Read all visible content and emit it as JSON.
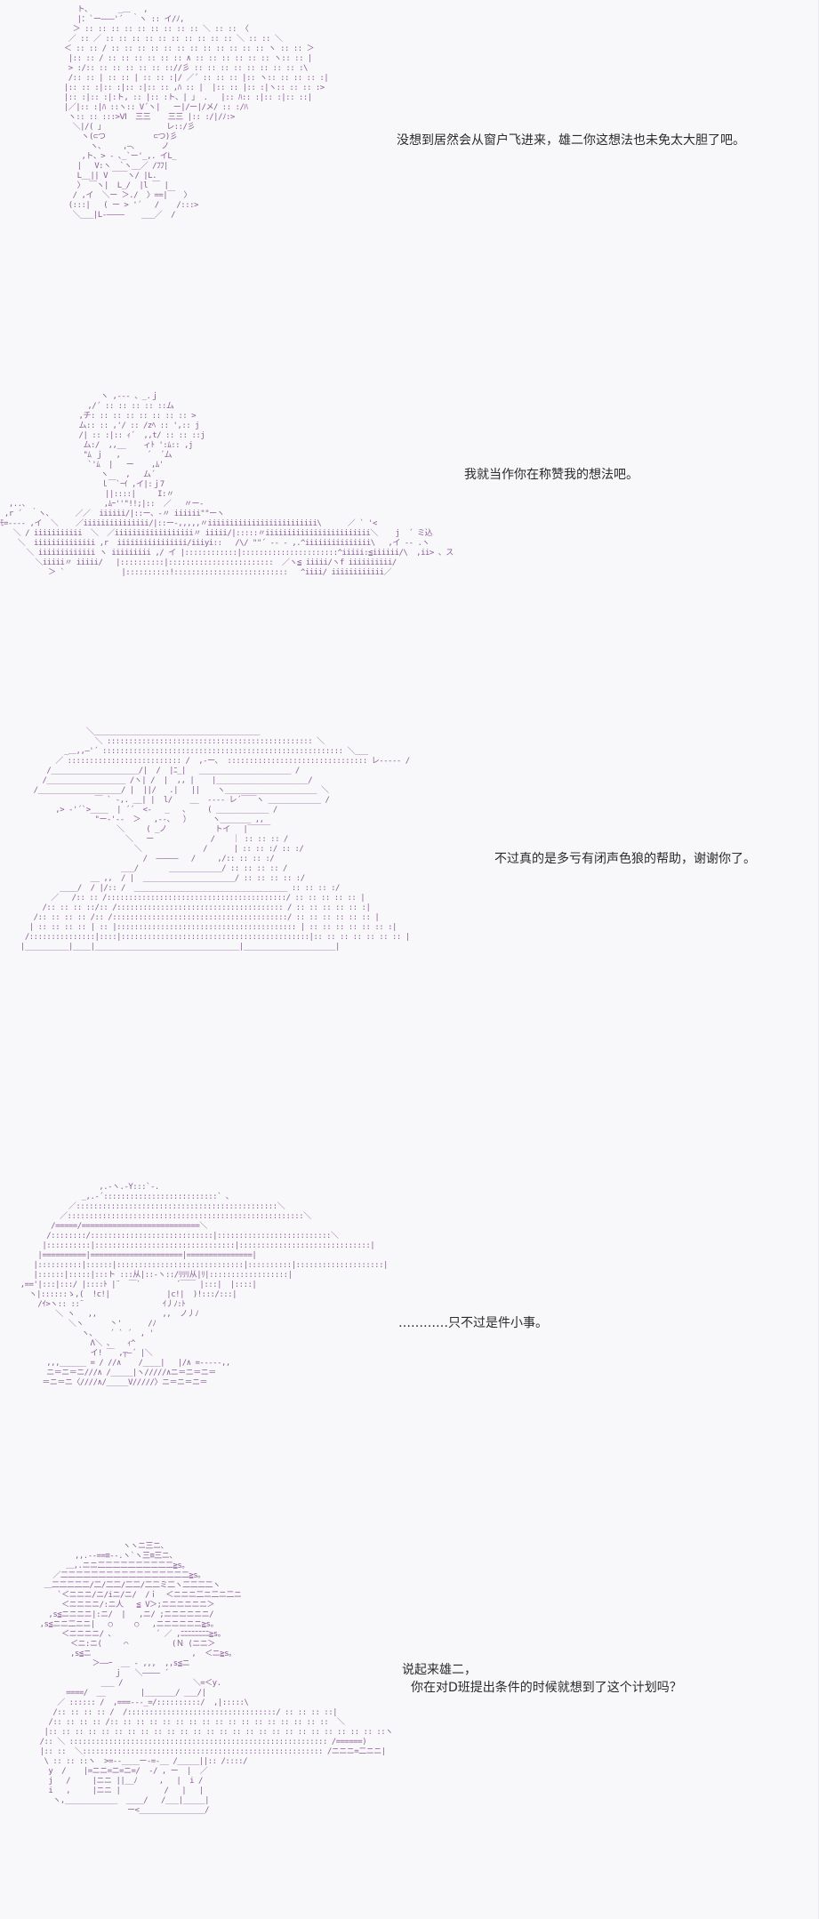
{
  "panels": [
    {
      "dialogue": [
        "没想到居然会从窗户飞进来，雄二你这想法也未免太大胆了吧。"
      ]
    },
    {
      "dialogue": [
        "我就当作你在称赞我的想法吧。"
      ]
    },
    {
      "dialogue": [
        "不过真的是多亏有闭声色狼的帮助，谢谢你了。"
      ]
    },
    {
      "dialogue": [
        "…………只不过是件小事。"
      ]
    },
    {
      "dialogue": [
        "说起来雄二，",
        "你在对D班提出条件的时候就想到了这个计划吗？"
      ]
    }
  ],
  "ascii_art": {
    "p1_lines": [
      "     ト、      _＿   ,",
      "     |：`ー―――'´  ｀ヽ :: イ/ﾉ,",
      "    ＞ :: :: :: :: :: :: :: :: :: ＼ :: :: 〈",
      "   ／ :: ／ :: :: :: :: :: :: :: :: :: :: ＼ :: :: ＼",
      "  ＜ :: :: / :: :: :: :: :: :: :: :: :: :: :: :: ヽ :: :: ＞",
      "   |:: :: / :: :: :: :: :: :: ∧ :: :: :: :: :: :: ヽ:: :: |",
      "   > :/:: :: :: :: :: :: :://彡 :: :: :: :: :: :: :: :: :\\",
      "   /:: :: | :: :: | :: :: :|/ ／´ :: :: :: |:: ヽ:: :: :: :: :|",
      "  |:: :: :|:: :|:: :|:: :: ,ﾊ :: |  |:: :: |:: :|ヽ:: :: :: :>",
      "  |:: :|:: :|:ト, :: |:: :ト、| 」 .   |:: ﾊ:: :|:: :|:: ::|",
      "  |／|:: :|ﾊ ::ヽ:: V´ヽ|   ー|/ー|/メ/ :: :/ﾊ",
      "   ヽ:: :: :::>Ⅵ  三三    三三 |:: :/|/ﾉ:>",
      "    ＼|/( 」              レ::/彡",
      "      ヽ(⊂つ           ⊂つ)彡",
      "        ヽ、    ,―､      ノ",
      "      ,ト、> - ､_`ー'_,. イL_",
      "     |   V:ヽ  `ヽ__／ /ﾌﾌ|",
      "     L__|| V ￣￣ヽ/ |L.",
      "     〉 ￣ヽ|  L_/  |l ￣ |",
      "    / ,イ  ＼ー ＞./  〉==|￣  〉",
      "   (:::|   ( ー > '´   /    /:::>",
      "    ＼___|L-――――    ___／  /"
    ],
    "p2_lines": [
      "                       ヽ ,--- 、_.ｊ",
      "                    ,/´ :: :: :: :: ::ム",
      "                  ,チ: :: :: :: :: :: :: :: >",
      "                  ム:: :: ,'/ :: /zﾍ :: ',:: j",
      "                  /| :: :|:: ｨ´  ,,t/ :: :: ::j",
      "                   ム:/  ,,__    ィﾄ ':ﾑ:: ,j",
      "                   \"ﾑ ｊ   ,      ´  ´ム",
      "                    `'ﾑ  |   ー    ,ﾑ'",
      "                       ヽ    ,   ム´",
      "                       ｌ￣`ｰｲ ,イ|:ｊ7",
      "                        ||::::|     I:〃",
      "  ,..、                 ,ﾑｰ''\"!!;|::  ／   〃ー-",
      " ,r ´  ｀ヽ、     ／／  iiiiii/|::ー、-〃 iiiiii\"\"ーヽ",
      "ﾓ=---- ,イ  ＼    ／iiiiiiiiiiiiiii/|::ー-,,,,,〃iiiiiiiiiiiiiiiiiiiiiiiii\\      ／ ` '<",
      "   ＼ / iiiiiiiiiii  ＼  ／iiiiiiiiiiiiiiiiii〃 iiiii/|:::::〃iiiiiiiiiiiiiiiiiiiiiiii＼    j  ´ ミ込",
      "    ＼  iiiiiiiiiiiiii ,r  iiiiiiiiiiiiiiii/iiiyi::   /\\/ \"\"´ -- ‐ ,.^iiiiiiiiiiiiiii\\   ,イ -- .ヽ",
      "      ＼ iiiiiiiiiiiii ヽ iiiiiiiii ,/ イ |::::::::::::|::::::::::::::::::::::^iiiii:≦iiiiii/\\  ,ii> 、ス",
      "        ＼iiiii〃 iiiii/   |::::::::::|::::::::::::::::::::::::  ／ヽ≦ iiiii/ヽf iiiiiiiiii/",
      "           ＞ `             |::::::::::!::::::::::::::::::::::::::   ^iiii/ iiiiiiiiiiii／"
    ],
    "p3_lines": [
      "                ＼______________________________________",
      "                  ＼ ::::::::::::::::::::::::::::::::::::::::::::::: ＼",
      "           _＿,,―'´ ::::::::::::::::::::::::::::::::::::::::::::::::::::::: ＼___",
      "         ／ :::::::::::::::::::::::::: /  ,-ー､  :::::::::::::::::::::::::::::::: レ----- /",
      "       /____________________/|  /  |ﾆ_|   _____________________ /",
      "      /__________________ /ヽ| /  |  ,, |    |_____________________/",
      "    /___________________/ |  ||/   .|   ||    ヽ_____________________ ＼",
      "                  ￣ ` -,. __| |  l/    __  ---- レ´￣￣ヽ ____________ /",
      "         ,> -'´`>____  | ´´  <-   _   、    ( ____________ /",
      "                  \"ー-'--  ＞   ,--、  ）     ヽ_______ ,,",
      "                       ＼     ( _ノ           トイ   |￣￣￣",
      "                         ＼   ー             /    ｜ :: :: :: /",
      "                           ＼              /      | :: :: :/ :: :/",
      "                             /  ―――――   /     ,/:: :: :: :/",
      "                        ___/       ____________/ :: :: :: :: /",
      "                 __ ,,  / |  _____________________/ :: :: :: :: :/",
      "          ____/  / |/:: /  ___________________________________ :: :: :: :/",
      "        ／   /:: :: /:::::::::::::::::::::::::::::::::::::::::/ :: :: :: :: :: |",
      "      /:: :: :: ::/:: /:::::::::::::::::::::::::::::::::::::: / :: :: :: :: :: :|",
      "    /:: :: :: :: /:: /::::::::::::::::::::::::::::::::::::::::/ :: :: :: :: :: :: |",
      "   | :: :: :: :: | :: |::::::::::::::::::::::::::::::::::::::::: | :: :: :: :: :: :: :|",
      "  /:::::::::::::::|::::|:::::::::::::::::::::::::::::::::::::::::::|:: :: :: :: :: :: :: |",
      " |__________|____|_________________________________|_____________________|"
    ],
    "p4_lines": [
      "                     ,.-ヽ.-Y:::`-.",
      "                 _,.-´::::::::::::::::::::::::::` ､",
      "              ／::::::::::::::::::::::::::::::::::::::::::::::＼",
      "            ／::::::::::::::::::::::::::::::::::::::::::::::::::::::＼",
      "          /=====/===========================＼",
      "         /::::::::/::::::::::::::::::::::::::::|::::::::::::::::::::::::::＼",
      "        |::::::::::|::::::::::::::::::::::::::::::::|::::::::::::::::::::::::::::::|",
      "       |==========|=====================|===============|",
      "      |::::::::::|::::::|:::::::::::::::::::::::::::::|::::::::::|::::::::::::::::::::|",
      "      |::::::|:::::|:::ト :::从|::-ヽ::/ﾘﾘﾘ从|ﾘ|::::::::::::::::::|",
      "   ,=='|:::|:::/ |::::ﾄ |¨  ￣`        ´￣￣ |:::|  |::::|",
      "     ヽ|::::::ゝ,(  !c!|             |c!|  )!:::/:::|",
      "       /ｲ>ヽ:: ::¨                  ｲ丿ﾉ:ﾄ",
      "           ＼ ヽ   ,,               ,,  ノ丿ﾉ",
      "              ＼ヽ      丶'      /ﾉ",
      "                 ヽ、   ´ ` ´  , '",
      "                   Λ＼ 、   ｨ^",
      "                   イ! ￣ ,┬―´ |＼",
      "         ,,,______ = / //∧    /____|   |/∧ =-----,,",
      "         ニ＝ニ＝ニ///∧ /_____|ヽ/////∧ニ＝ニ＝ニ＝",
      "        ＝ニ＝ニ〈////∧/_____V/////〉ニ＝ニ＝ニ＝"
    ],
    "p5_lines": [
      "                        ヽヽニ三ニ、",
      "             ,,.--==≡--.ヽ`ヽ三≡三ニ、",
      "           ＿,.ニニ二二二二二二二二二二≧s。",
      "        ／二二二二二二二二二二二二二二二二二≧s。",
      "      ＿二二二二二/二/二二/二二/二二ミ二ヽ二二二二ヽ",
      "         `＜ニニニ/ニ/iニ/ニ/  /ｉ  ＜ニニニ二ニ二ニ二ニ",
      "          ＜ニニニニ/:ニ人   ≦ V＞;ニニニニニニ＞",
      "       ,s≦ニニニニ|:ニ/  |   ,ニ/ ;ニニニニニニ/",
      "     ,s≦ニニ二ニニ|   ○     ○   ,ニニニニニニ≧s。",
      "          ＜ニニニニ/ ､          ´ ／ ,ﾆﾆﾆﾆﾆﾆﾆﾆ≧s。",
      "            ＜ニ:ニ(     ⌒          (Ｎ (ニニ＞",
      "            ,s≦ニ                       ,  ＜ニ≧s。",
      "                 ＞――ｰ  __ - ,,,  ,,s≦ニ",
      "                      ｊ   ＼―――― ´",
      "                   ___ /                ＼=＜y.",
      "           ====/  __        |_______/ ___/|",
      "         ／ :::::: /  ,===---_=/::::::::::/  ,|:::::\\",
      "        /:: :: :: :: /  /::::::::::::::::::::::::::::::::::/ :: :: :: ::|",
      "       /:: :: :: :: /:: :: :: :: :: :: :: :: :: :: :: :: :: :: :: :: ::  ＼",
      "      |:: :: :: :: :: :: :: :: :: :: :: :: :: :: :: :: :: :: :: :: :: :: :: :: :: ::ヽ",
      "     /:: ＼ ::::::::::::::::::::::::::::::::::::::::::::::::::::::::::: /======)",
      "     |:: ::  ＼::::::::::::::::::::::::::::::::::::::::::::::::::::::: /ニニニ=二ニニ|",
      "      \\ :: :: ::ヽ  >=--____ー-=-__ /_____||:: /::::/",
      "       y  /    |=ニニ=ニ=ニ=/  -/ , ー  |  ／",
      "       j   /     |ニニ ||__ﾉ     ,   |  i /",
      "       i   ,     |ニニ |          /   |   |",
      "        ヽ,____________  ____/   /___|_____|",
      "                         ー<_______________/"
    ]
  }
}
